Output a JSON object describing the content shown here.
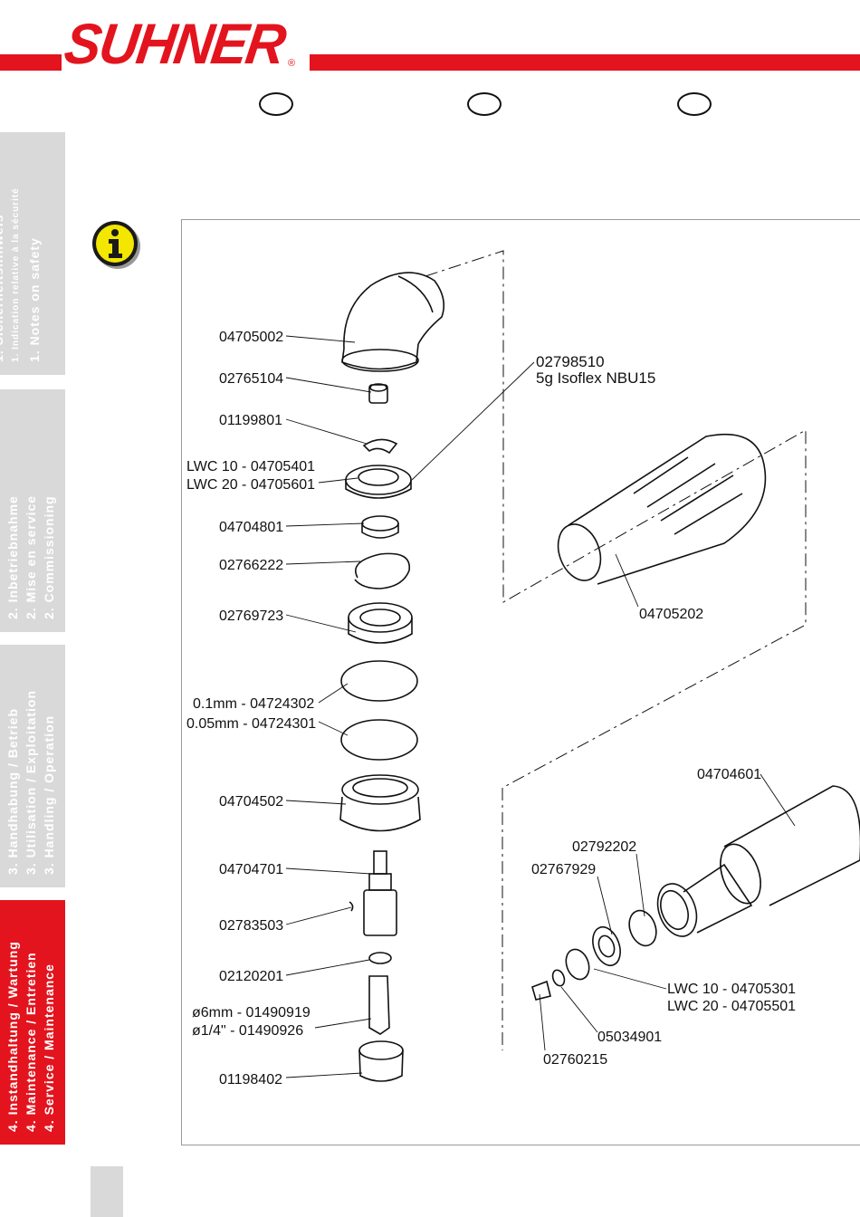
{
  "brand": {
    "name": "SUHNER",
    "registered": "®",
    "color": "#e3141e"
  },
  "sidebar": {
    "tabs": [
      {
        "lines": [
          "1. Sicherheitshinweis",
          "1. Indication relative à la sécurité",
          "1. Notes on safety"
        ],
        "active": false
      },
      {
        "lines": [
          "2. Inbetriebnahme",
          "2. Mise en service",
          "2. Commissioning"
        ],
        "active": false
      },
      {
        "lines": [
          "3. Handhabung / Betrieb",
          "3. Utilisation / Exploitation",
          "3. Handling / Operation"
        ],
        "active": false
      },
      {
        "lines": [
          "4. Instandhaltung / Wartung",
          "4. Maintenance / Entretien",
          "4. Service / Maintenance"
        ],
        "active": true
      }
    ]
  },
  "info_icon": "info-icon",
  "parts": {
    "p1": "04705002",
    "p2": "02765104",
    "p3": "01199801",
    "p4a": "LWC 10 - 04705401",
    "p4b": "LWC 20 - 04705601",
    "p5": "04704801",
    "p6": "02766222",
    "p7": "02769723",
    "p8": "0.1mm - 04724302",
    "p9": "0.05mm - 04724301",
    "p10": "04704502",
    "p11": "04704701",
    "p12": "02783503",
    "p13": "02120201",
    "p14a": "ø6mm - 01490919",
    "p14b": "ø1/4\"   - 01490926",
    "p15": "01198402",
    "grease_a": "02798510",
    "grease_b": "5g Isoflex NBU15",
    "p16": "04705202",
    "p17": "04704601",
    "p18": "02792202",
    "p19": "02767929",
    "p20a": "LWC 10 - 04705301",
    "p20b": "LWC 20 - 04705501",
    "p21": "05034901",
    "p22": "02760215"
  }
}
